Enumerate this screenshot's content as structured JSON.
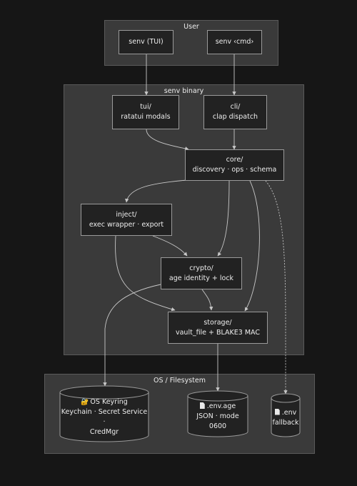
{
  "clusters": {
    "user": "User",
    "binary": "senv binary",
    "os": "OS / Filesystem"
  },
  "nodes": {
    "senv_tui": "senv (TUI)",
    "senv_cmd": "senv ‹cmd›",
    "tui": [
      "tui/",
      "ratatui modals"
    ],
    "cli": [
      "cli/",
      "clap dispatch"
    ],
    "core": [
      "core/",
      "discovery · ops · schema"
    ],
    "inject": [
      "inject/",
      "exec wrapper · export"
    ],
    "crypto": [
      "crypto/",
      "age identity + lock"
    ],
    "storage": [
      "storage/",
      "vault_file + BLAKE3 MAC"
    ]
  },
  "stores": {
    "keyring": [
      "OS Keyring",
      "Keychain · Secret Service ·",
      "CredMgr"
    ],
    "env_age": [
      ".env.age",
      "JSON · mode 0600"
    ],
    "env": [
      ".env",
      "fallback"
    ]
  },
  "icons": {
    "keyring": "lock-key-icon",
    "env_age": "file-icon",
    "env": "file-icon"
  },
  "colors": {
    "background": "#161616",
    "cluster": "#3a3a3a",
    "node": "#222222",
    "edge": "#c8c8c8"
  }
}
